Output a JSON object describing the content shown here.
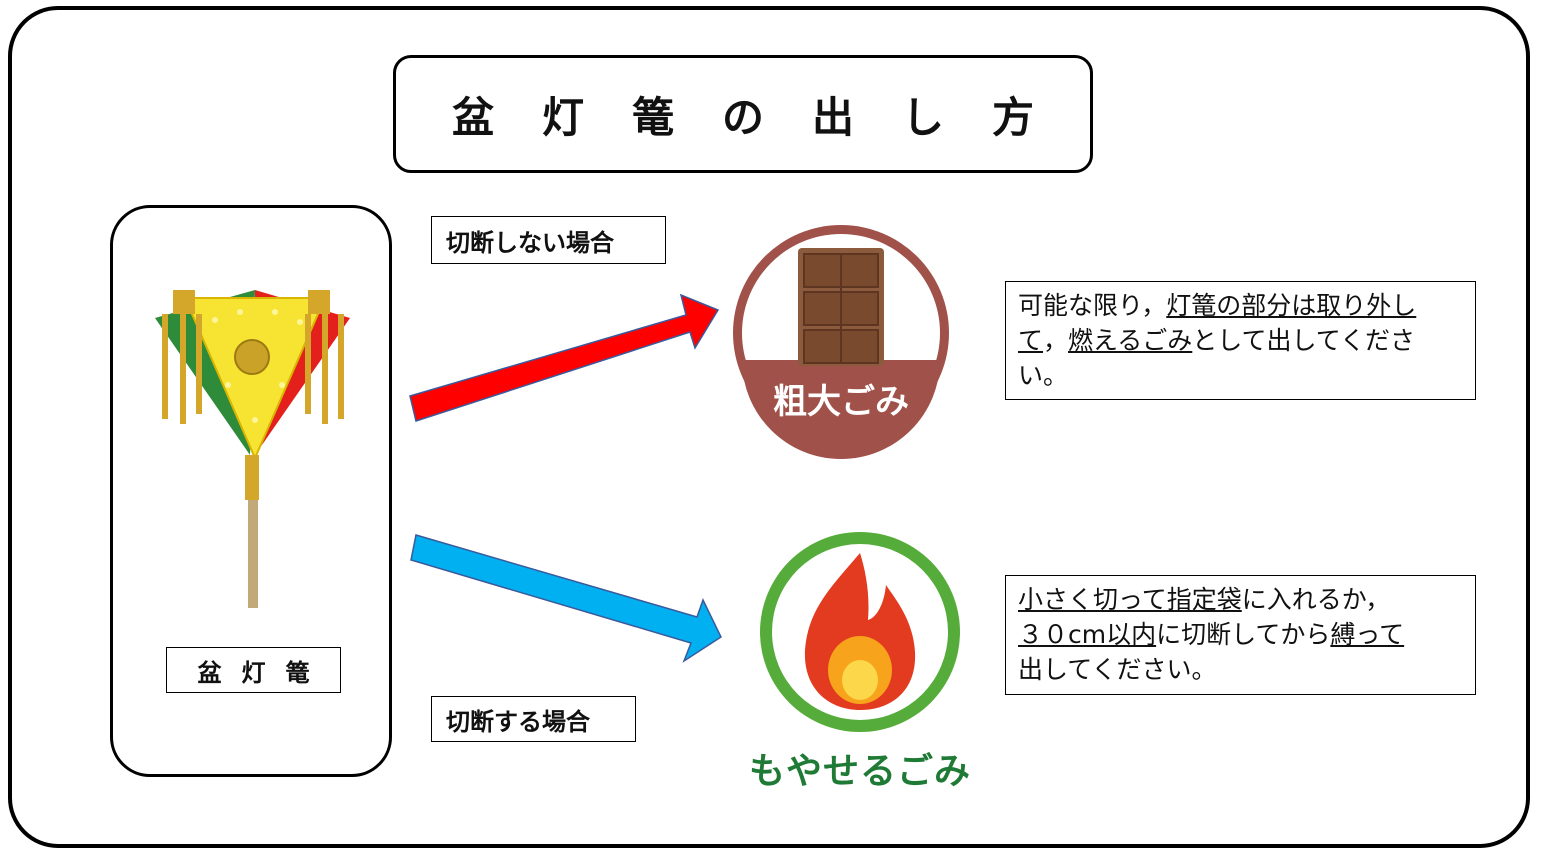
{
  "title": "盆灯篭の出し方",
  "lantern_label": "盆灯篭",
  "cases": {
    "no_cut": "切断しない場合",
    "cut": "切断する場合"
  },
  "sodai_badge": "粗大ごみ",
  "moyaseru_label": "もやせるごみ",
  "info_no_cut": {
    "t1": "可能な限り，",
    "u1": "灯篭の部分は取り外して",
    "t2": "，",
    "u2": "燃えるごみ",
    "t3": "として出してください。"
  },
  "info_cut": {
    "u1": "小さく切って指定袋",
    "t1": "に入れるか，",
    "u2": "３０cm以内",
    "t2": "に切断してから",
    "u3": "縛って",
    "t3": "出してください。"
  },
  "colors": {
    "red_arrow": "#ff0000",
    "blue_arrow": "#00b0f0",
    "sodai_brown": "#a0524a",
    "moyaseru_green": "#55ac3a"
  }
}
